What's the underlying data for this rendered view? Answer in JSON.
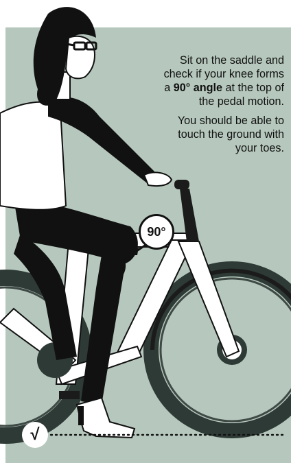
{
  "instructions": {
    "p1_line1": "Sit on the saddle and",
    "p1_line2": "check if your knee forms",
    "p1_line3_prefix": "a ",
    "p1_line3_bold": "90° angle",
    "p1_line3_suffix": " at the top of",
    "p1_line4": "the pedal motion.",
    "p2_line1": "You should be able to",
    "p2_line2": "touch the ground with",
    "p2_line3": "your toes."
  },
  "angle_badge": "90°",
  "check_badge": "√",
  "icons": {
    "check": "check-icon",
    "angle": "angle-icon",
    "rider": "rider-illustration",
    "bicycle": "bicycle-illustration"
  },
  "colors": {
    "background": "#b6c8bd",
    "ink": "#111111",
    "white": "#ffffff",
    "tire": "#2e3a36"
  }
}
